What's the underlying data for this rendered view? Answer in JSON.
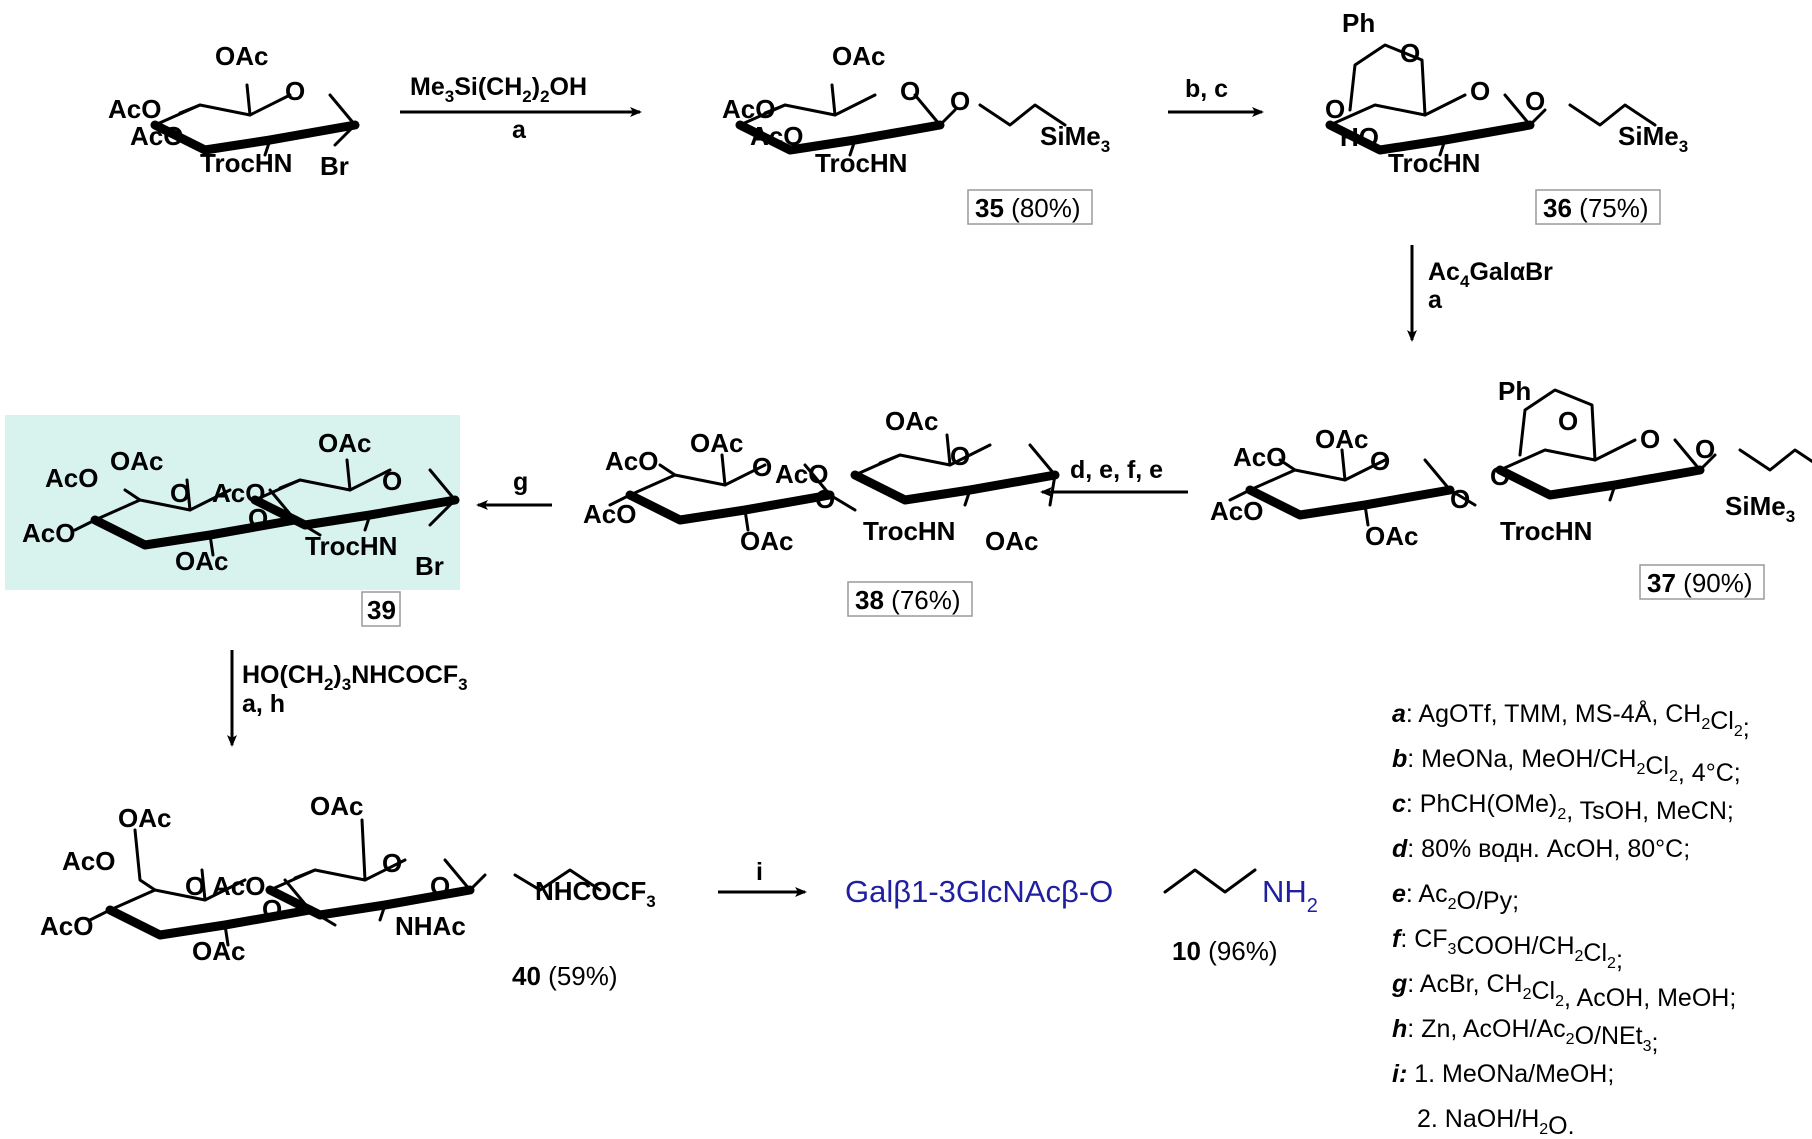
{
  "highlight_color": "#d8f3ee",
  "blue_text_color": "#1f1fa0",
  "compounds": {
    "c35": {
      "num": "35",
      "yield": "(80%)"
    },
    "c36": {
      "num": "36",
      "yield": "(75%)"
    },
    "c37": {
      "num": "37",
      "yield": "(90%)"
    },
    "c38": {
      "num": "38",
      "yield": "(76%)"
    },
    "c39": {
      "num": "39",
      "yield": ""
    },
    "c40": {
      "num": "40",
      "yield": "(59%)"
    },
    "c10": {
      "num": "10",
      "yield": "(96%)"
    }
  },
  "arrows": {
    "a1_main": "Me",
    "a1_sub3": "3",
    "a1_mid": "Si(CH",
    "a1_sub2": "2",
    "a1_end": ")",
    "a1_sub2b": "2",
    "a1_oh": "OH",
    "a1_letter": "a",
    "a2": "b, c",
    "a3_main": "Ac",
    "a3_sub": "4",
    "a3_rest": "GalαBr",
    "a3_letter": "a",
    "a4": "d, e, f, e",
    "a5": "g",
    "a6_p1": "HO(CH",
    "a6_s1": "2",
    "a6_p2": ")",
    "a6_s2": "3",
    "a6_p3": "NHCOCF",
    "a6_s3": "3",
    "a6_letter": "a, h",
    "a7": "i"
  },
  "product": {
    "p1": "Galβ1-3GlcNAcβ-O",
    "p2": "NH",
    "p2sub": "2"
  },
  "labels": {
    "oac": "OAc",
    "aco": "AcO",
    "trochn": "TrocHN",
    "br": "Br",
    "o": "O",
    "sime": "SiMe",
    "sub3": "3",
    "ph": "Ph",
    "ho": "HO",
    "nhac": "NHAc",
    "nhcocf": "NHCOCF"
  },
  "conditions": [
    {
      "key": "a",
      "text": ": AgOTf, TMM, MS-4Å, CH",
      "s1": "2",
      "t2": "Cl",
      "s2": "2",
      "t3": ";"
    },
    {
      "key": "b",
      "text": ": MeONa, MeOH/CH",
      "s1": "2",
      "t2": "Cl",
      "s2": "2",
      "t3": ", 4°C;"
    },
    {
      "key": "c",
      "text": ": PhCH(OMe)",
      "s1": "2",
      "t2": ", TsOH, MeCN;",
      "s2": "",
      "t3": ""
    },
    {
      "key": "d",
      "text": ": 80% водн. AcOH, 80°C;",
      "s1": "",
      "t2": "",
      "s2": "",
      "t3": ""
    },
    {
      "key": "e",
      "text": ": Ac",
      "s1": "2",
      "t2": "O/Py;",
      "s2": "",
      "t3": ""
    },
    {
      "key": "f",
      "text": ": CF",
      "s1": "3",
      "t2": "COOH/CH",
      "s2": "2",
      "t3": "Cl",
      "s3": "2",
      "t4": ";"
    },
    {
      "key": "g",
      "text": ": AcBr, CH",
      "s1": "2",
      "t2": "Cl",
      "s2": "2",
      "t3": ", AcOH, MeOH;"
    },
    {
      "key": "h",
      "text": ": Zn, AcOH/Ac",
      "s1": "2",
      "t2": "O/NEt",
      "s2": "3",
      "t3": ";"
    },
    {
      "key": "i:",
      "text": " 1. MeONa/MeOH;",
      "s1": "",
      "t2": "",
      "s2": "",
      "t3": ""
    },
    {
      "key": "",
      "text": "2. NaOH/H",
      "s1": "2",
      "t2": "O.",
      "s2": "",
      "t3": ""
    }
  ]
}
